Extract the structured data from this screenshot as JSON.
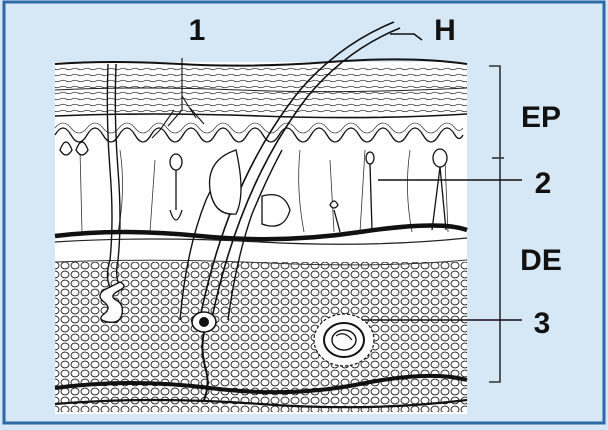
{
  "figure": {
    "frame_color": "#2e6aa8",
    "background_color": "#d6e7f5",
    "ink_color": "#111111",
    "labels": {
      "marker_1": "1",
      "hair": "H",
      "epidermis": "EP",
      "dermis": "DE",
      "marker_2": "2",
      "marker_3": "3"
    }
  }
}
